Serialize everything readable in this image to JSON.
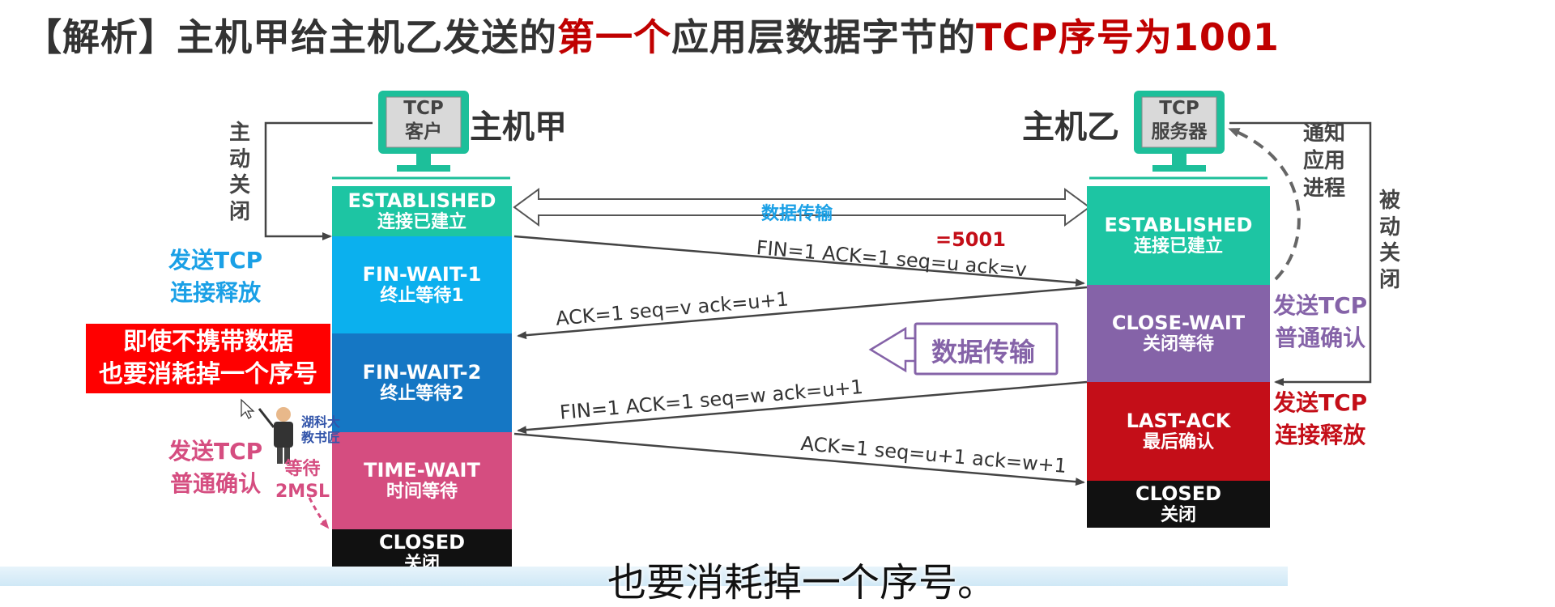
{
  "title": {
    "prefix": "【解析】主机甲给主机乙发送的",
    "highlight": "第一个",
    "middle": "应用层数据字节的",
    "suffix": "TCP序号为1001"
  },
  "hosts": {
    "a": {
      "name": "主机甲",
      "monitor_line1": "TCP",
      "monitor_line2": "客户"
    },
    "b": {
      "name": "主机乙",
      "monitor_line1": "TCP",
      "monitor_line2": "服务器"
    }
  },
  "left_states": [
    {
      "en": "ESTABLISHED",
      "zh": "连接已建立",
      "color": "#1dc5a3"
    },
    {
      "en": "FIN-WAIT-1",
      "zh": "终止等待1",
      "color": "#0bb0ee"
    },
    {
      "en": "FIN-WAIT-2",
      "zh": "终止等待2",
      "color": "#1577c4"
    },
    {
      "en": "TIME-WAIT",
      "zh": "时间等待",
      "color": "#d54d80"
    },
    {
      "en": "CLOSED",
      "zh": "关闭",
      "color": "#111111"
    }
  ],
  "right_states": [
    {
      "en": "ESTABLISHED",
      "zh": "连接已建立",
      "color": "#1dc5a3"
    },
    {
      "en": "CLOSE-WAIT",
      "zh": "关闭等待",
      "color": "#8563a8"
    },
    {
      "en": "LAST-ACK",
      "zh": "最后确认",
      "color": "#c40e18"
    },
    {
      "en": "CLOSED",
      "zh": "关闭",
      "color": "#111111"
    }
  ],
  "labels": {
    "active_close": "主动关闭",
    "passive_close": "被动关闭",
    "notify_app": "通知应用进程",
    "data_transfer_top": "数据传输",
    "data_transfer_mid": "数据传输",
    "send_fin_left_1": "发送TCP",
    "send_fin_left_2": "连接释放",
    "send_ack_left_1": "发送TCP",
    "send_ack_left_2": "普通确认",
    "send_ack_right_1": "发送TCP",
    "send_ack_right_2": "普通确认",
    "send_fin_right_1": "发送TCP",
    "send_fin_right_2": "连接释放",
    "wait_1": "等待",
    "wait_2": "2MSL",
    "redbox_1": "即使不携带数据",
    "redbox_2": "也要消耗掉一个序号",
    "watermark_1": "湖科大",
    "watermark_2": "教书匠",
    "annotation_seq": "=5001",
    "subtitle": "也要消耗掉一个序号。"
  },
  "messages": {
    "m1": "FIN=1   ACK=1   seq=u   ack=v",
    "m2": "ACK=1   seq=v    ack=u+1",
    "m3": "FIN=1   ACK=1    seq=w    ack=u+1",
    "m4": "ACK=1   seq=u+1   ack=w+1"
  },
  "colors": {
    "cyan_label": "#1aa0e6",
    "pink_label": "#d54d80",
    "purple_label": "#8563a8",
    "red_label": "#c40e18",
    "monitor_green": "#1dbf9a"
  }
}
